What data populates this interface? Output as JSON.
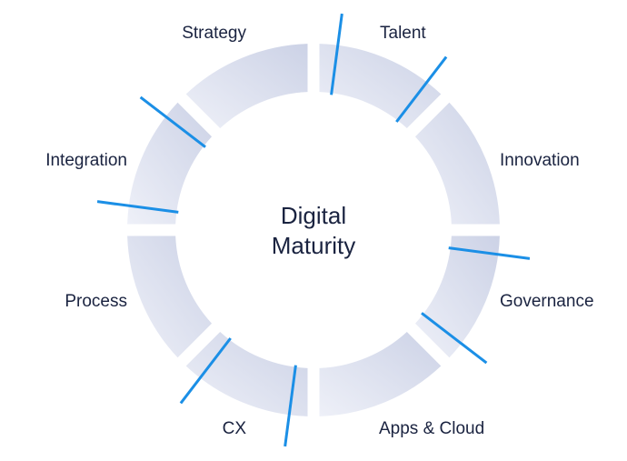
{
  "center": {
    "line1": "Digital",
    "line2": "Maturity"
  },
  "segments": [
    {
      "label": "Talent"
    },
    {
      "label": "Innovation"
    },
    {
      "label": "Governance"
    },
    {
      "label": "Apps & Cloud"
    },
    {
      "label": "CX"
    },
    {
      "label": "Process"
    },
    {
      "label": "Integration"
    },
    {
      "label": "Strategy"
    }
  ],
  "colors": {
    "ring_dark": "#ccd2e6",
    "ring_light": "#eef0f8",
    "divider": "#1b8fe6",
    "text": "#1a2340"
  }
}
